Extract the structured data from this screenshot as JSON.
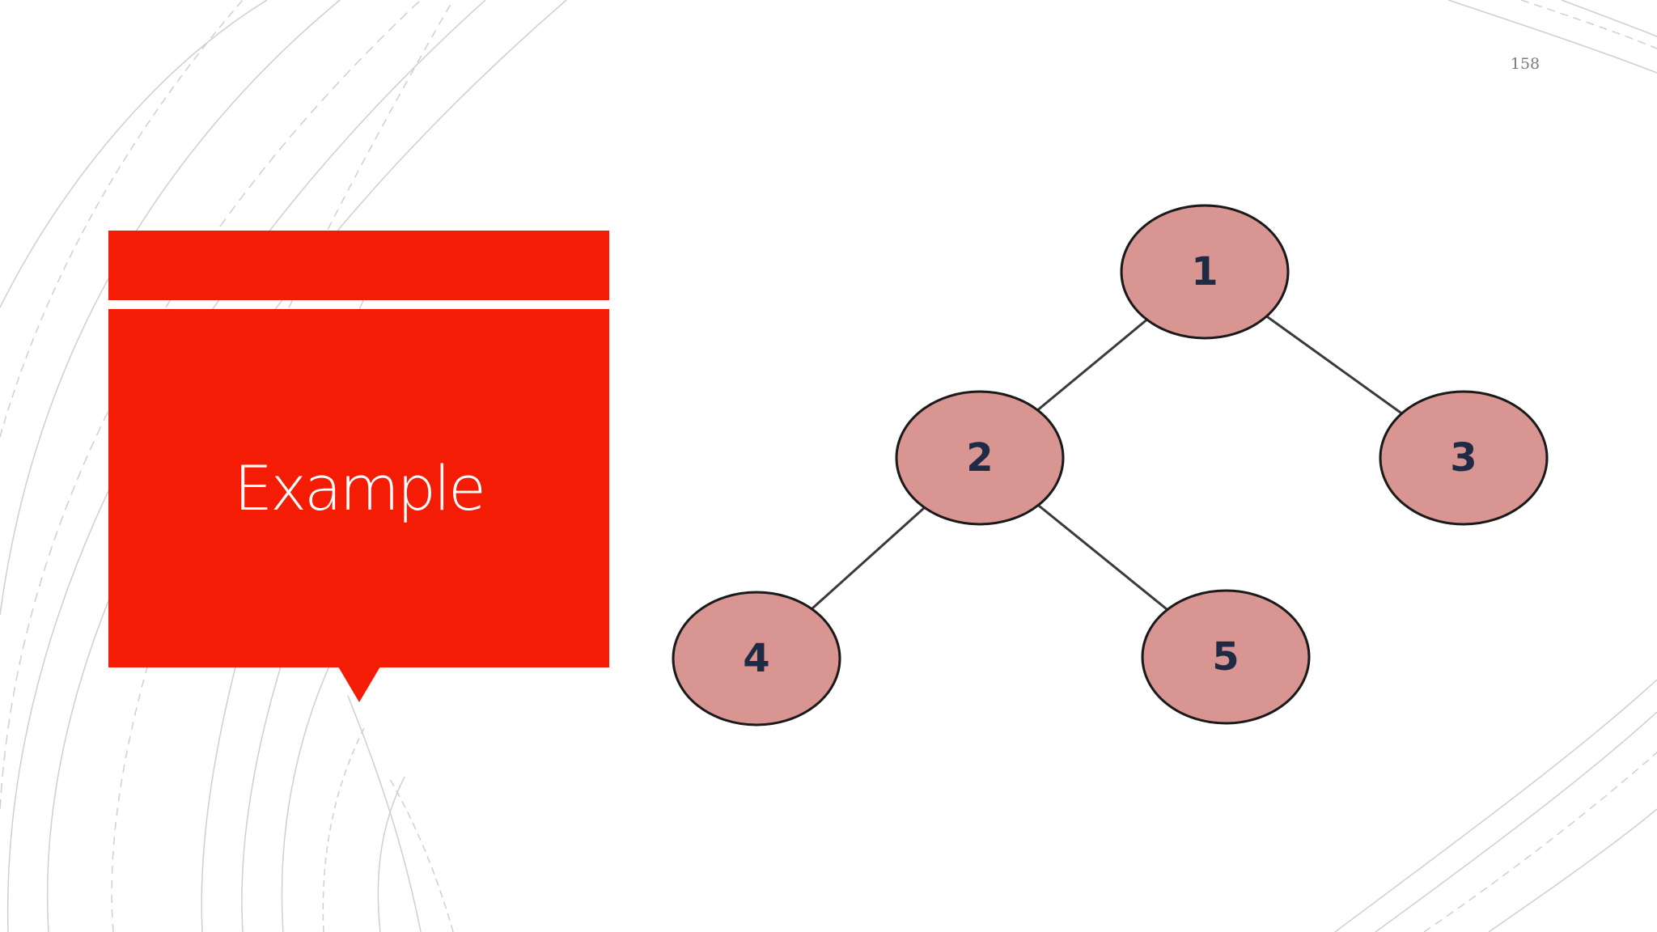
{
  "slide": {
    "page_number": "158",
    "title": "Example",
    "accent_color": "#f51c05"
  },
  "tree": {
    "node_fill": "#d99591",
    "node_stroke": "#1a1a1a",
    "edge_color": "#3a3a3a",
    "nodes": [
      {
        "id": "1",
        "label": "1"
      },
      {
        "id": "2",
        "label": "2"
      },
      {
        "id": "3",
        "label": "3"
      },
      {
        "id": "4",
        "label": "4"
      },
      {
        "id": "5",
        "label": "5"
      }
    ],
    "edges": [
      {
        "from": "1",
        "to": "2"
      },
      {
        "from": "1",
        "to": "3"
      },
      {
        "from": "2",
        "to": "4"
      },
      {
        "from": "2",
        "to": "5"
      }
    ]
  }
}
